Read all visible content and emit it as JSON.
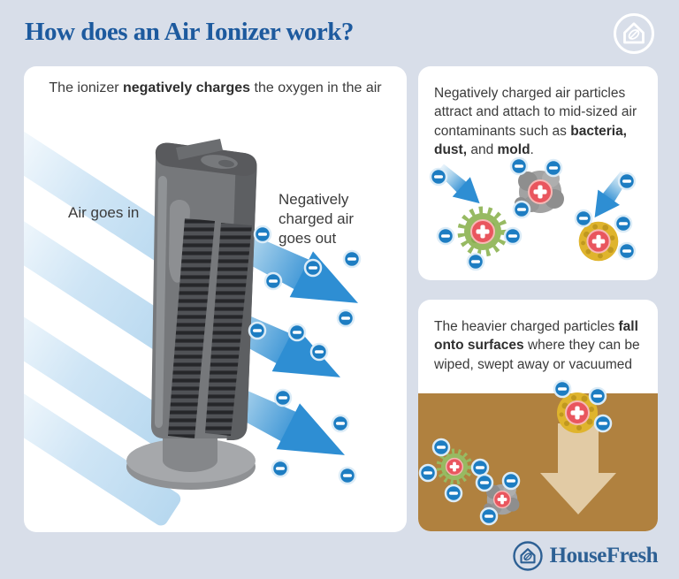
{
  "header": {
    "title": "How does an Air Ionizer work?"
  },
  "left_panel": {
    "heading": {
      "pre": "The ionizer ",
      "bold": "negatively charges",
      "post": " the oxygen in the air"
    },
    "air_in_label": "Air goes in",
    "air_out_label": "Negatively charged air goes out"
  },
  "top_right_panel": {
    "text": {
      "pre": "Negatively charged air particles attract and attach to mid-sized air contaminants such as ",
      "bold1": "bacteria, dust,",
      "mid": " and ",
      "bold2": "mold",
      "post": "."
    }
  },
  "bottom_right_panel": {
    "text": {
      "pre": "The heavier charged particles ",
      "bold": "fall onto surfaces",
      "post": " where they can be wiped, swept away or vacuumed"
    }
  },
  "footer": {
    "brand": "HouseFresh"
  },
  "icons": {
    "minus_ion": "−",
    "plus_charge": "+",
    "brand_logo": "house-with-leaf",
    "intake_streak": "air-stream-band",
    "outflow_arrow": "blue-gradient-arrow",
    "fall_arrow": "tan-down-arrow"
  },
  "colors": {
    "background": "#d8dee9",
    "panel": "#ffffff",
    "title_blue": "#1d5a9e",
    "brand_blue": "#2d6094",
    "body_text": "#3b3b3b",
    "ion_blue": "#1d7dc2",
    "arrow_blue": "#2e8ed3",
    "streak_blue": "#b7d8ef",
    "bacteria_green": "#97ba62",
    "dust_gray": "#a2a2a2",
    "mold_yellow": "#dfb42d",
    "charge_red": "#e9565e",
    "surface_brown": "#b0813f",
    "fall_arrow_tan": "#e2cba5",
    "fan_gray": "#76787b"
  }
}
